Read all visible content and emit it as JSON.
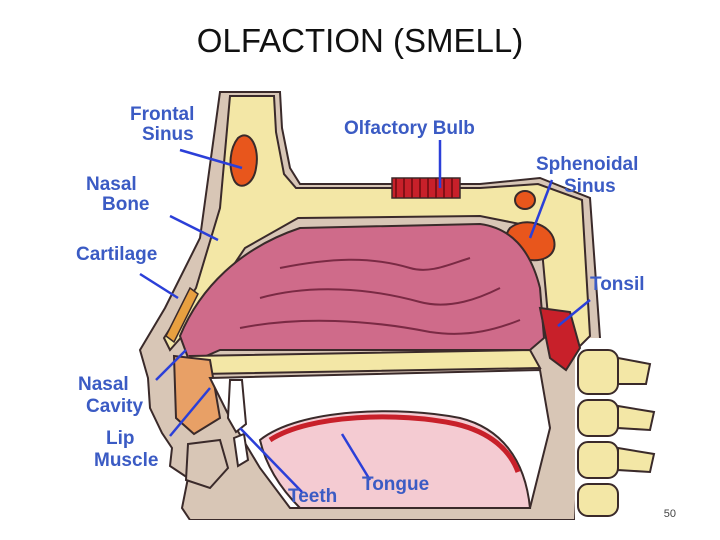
{
  "slide": {
    "title": "OLFACTION (SMELL)",
    "page_number": "50"
  },
  "diagram": {
    "labels": {
      "frontal_sinus": [
        "Frontal",
        "Sinus"
      ],
      "nasal_bone": [
        "Nasal",
        "Bone"
      ],
      "cartilage": "Cartilage",
      "olfactory_bulb": "Olfactory Bulb",
      "sphenoidal_sinus": [
        "Sphenoidal",
        "Sinus"
      ],
      "tonsil": "Tonsil",
      "nasal_cavity": [
        "Nasal",
        "Cavity"
      ],
      "lip_muscle": [
        "Lip",
        "Muscle"
      ],
      "teeth": "Teeth",
      "tongue": "Tongue"
    },
    "colors": {
      "label": "#3b5bc4",
      "leader_line": "#2b3fd8",
      "bone": "#f3e7a6",
      "skin": "#d8c6b6",
      "cavity": "#cf6b8a",
      "sinus": "#e8561c",
      "bulb": "#c8202a",
      "outline": "#3a2a2a"
    }
  }
}
